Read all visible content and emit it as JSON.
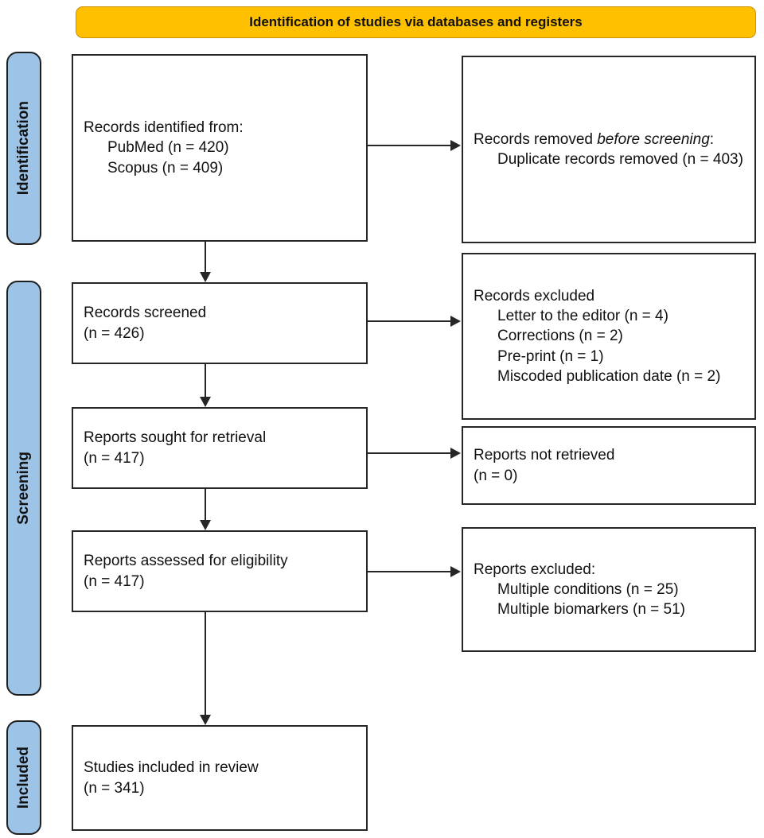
{
  "header": {
    "title": "Identification of studies via databases and registers"
  },
  "colors": {
    "banner": "#FFC000",
    "stage_fill": "#9DC3E6",
    "line": "#262626",
    "text": "#111111"
  },
  "stages": [
    {
      "label": "Identification"
    },
    {
      "label": "Screening"
    },
    {
      "label": "Included"
    }
  ],
  "boxes": {
    "records_identified": {
      "line1": "Records identified from:",
      "items": [
        "PubMed (n = 420)",
        "Scopus (n = 409)"
      ]
    },
    "records_removed": {
      "prefix": "Records removed ",
      "italic": "before screening",
      "suffix": ":",
      "items": [
        "Duplicate records removed (n = 403)"
      ]
    },
    "records_screened": {
      "line1": "Records screened",
      "line2": "(n = 426)"
    },
    "records_excluded": {
      "line1": "Records excluded",
      "items": [
        "Letter to the editor (n = 4)",
        "Corrections (n = 2)",
        "Pre-print (n = 1)",
        "Miscoded publication date (n = 2)"
      ]
    },
    "reports_sought": {
      "line1": "Reports sought for retrieval",
      "line2": "(n = 417)"
    },
    "reports_not_retrieved": {
      "line1": "Reports not retrieved",
      "line2": "(n = 0)"
    },
    "reports_assessed": {
      "line1": "Reports assessed for eligibility",
      "line2": "(n = 417)"
    },
    "reports_excluded": {
      "line1": "Reports excluded:",
      "items": [
        "Multiple conditions (n = 25)",
        "Multiple biomarkers (n = 51)"
      ]
    },
    "studies_included": {
      "line1": "Studies included in review",
      "line2": "(n = 341)"
    }
  }
}
